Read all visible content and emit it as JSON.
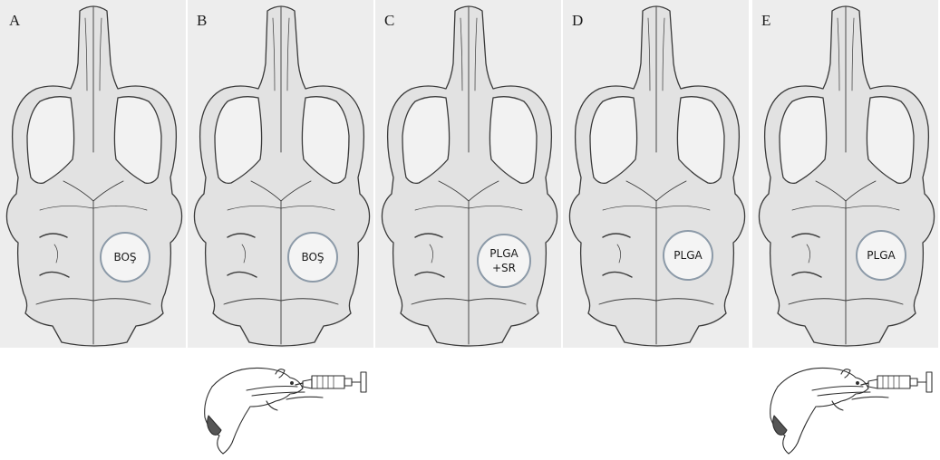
{
  "panels": [
    {
      "letter": "A",
      "implant": "BOŞ",
      "injection": false
    },
    {
      "letter": "B",
      "implant": "BOŞ",
      "injection": true
    },
    {
      "letter": "C",
      "implant": "PLGA\n+SR",
      "injection": false
    },
    {
      "letter": "D",
      "implant": "PLGA",
      "injection": false
    },
    {
      "letter": "E",
      "implant": "PLGA",
      "injection": true
    }
  ],
  "icons": {
    "skull": "rat-skull-dorsal-icon",
    "rat": "rat-injection-icon"
  },
  "colors": {
    "panel_bg": "#ededed",
    "circle_border": "#8c9aa8",
    "line": "#3a3a3a"
  }
}
